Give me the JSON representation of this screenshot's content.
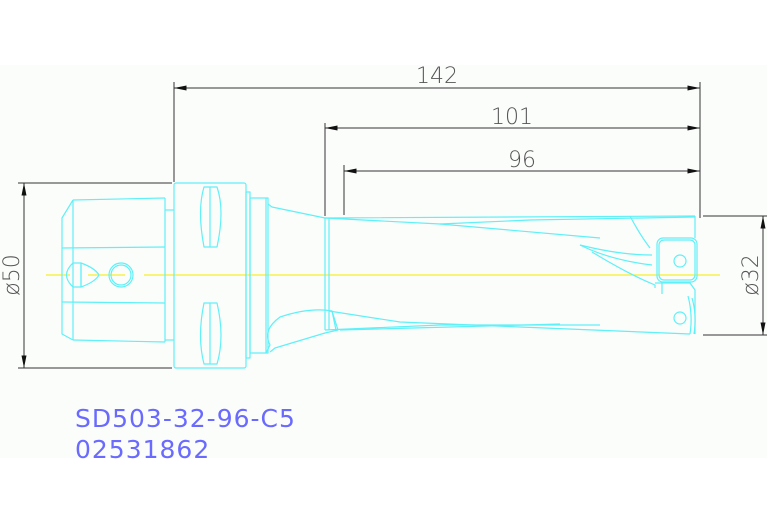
{
  "drawing": {
    "title": "Indexable drill with shank - side view",
    "colors": {
      "geometry": "#5ff0f8",
      "dimension": "#333333",
      "dimension_text": "#555555",
      "centerline": "#f5f02a",
      "label": "#6a6aff",
      "background": "#fbfdfb"
    }
  },
  "dimensions": {
    "overall_length": "142",
    "body_length": "101",
    "drill_depth": "96",
    "shank_diameter": "ø50",
    "drill_diameter": "ø32"
  },
  "labels": {
    "part_number": "SD503-32-96-C5",
    "order_code": "02531862"
  }
}
